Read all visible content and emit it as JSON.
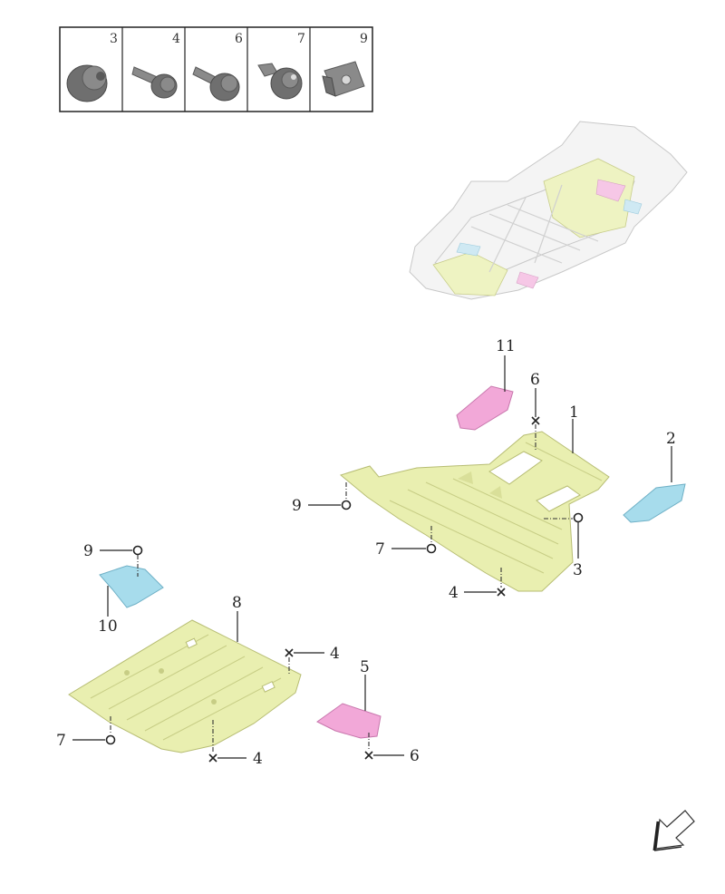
{
  "fastener_table": [
    "3",
    "4",
    "6",
    "7",
    "9"
  ],
  "callouts": {
    "p1": "1",
    "p2": "2",
    "p3": "3",
    "p4a": "4",
    "p4b": "4",
    "p4c": "4",
    "p5": "5",
    "p6a": "6",
    "p6b": "6",
    "p7a": "7",
    "p7b": "7",
    "p8": "8",
    "p9a": "9",
    "p9b": "9",
    "p10": "10",
    "p11": "11"
  },
  "icons": [
    "nut-icon",
    "bolt-icon",
    "flange-bolt-icon",
    "push-clip-icon",
    "clip-nut-icon",
    "direction-arrow-icon"
  ],
  "colors": {
    "panel": "#e9efb0",
    "pink": "#f2a8d8",
    "cyan": "#a7dcec",
    "hardware": "#8a8a8a"
  }
}
